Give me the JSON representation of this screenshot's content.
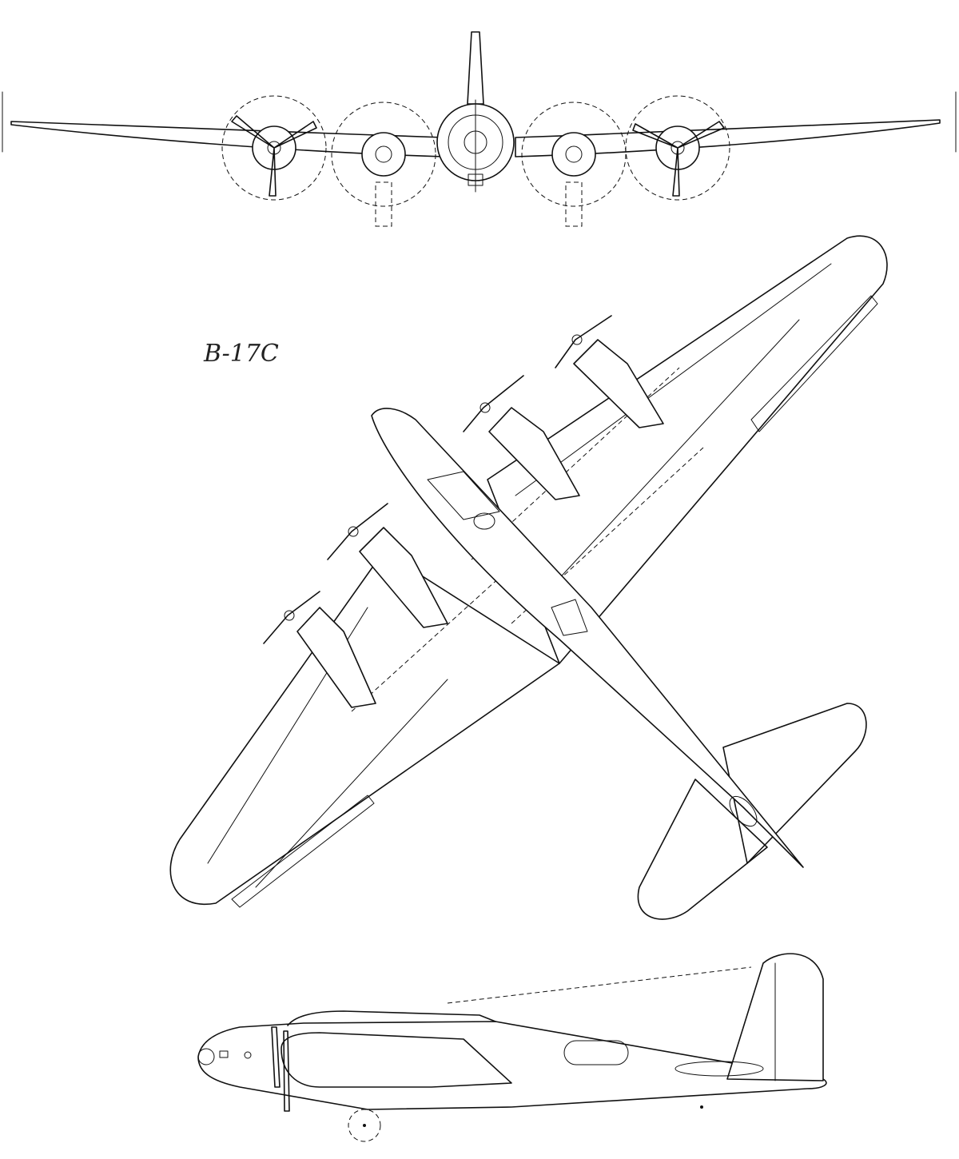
{
  "drawing": {
    "designation": "B-17C",
    "views": {
      "front": "front-elevation",
      "top": "plan-view",
      "side": "side-elevation"
    },
    "ink_color": "#111111",
    "paper_color": "#ffffff"
  }
}
